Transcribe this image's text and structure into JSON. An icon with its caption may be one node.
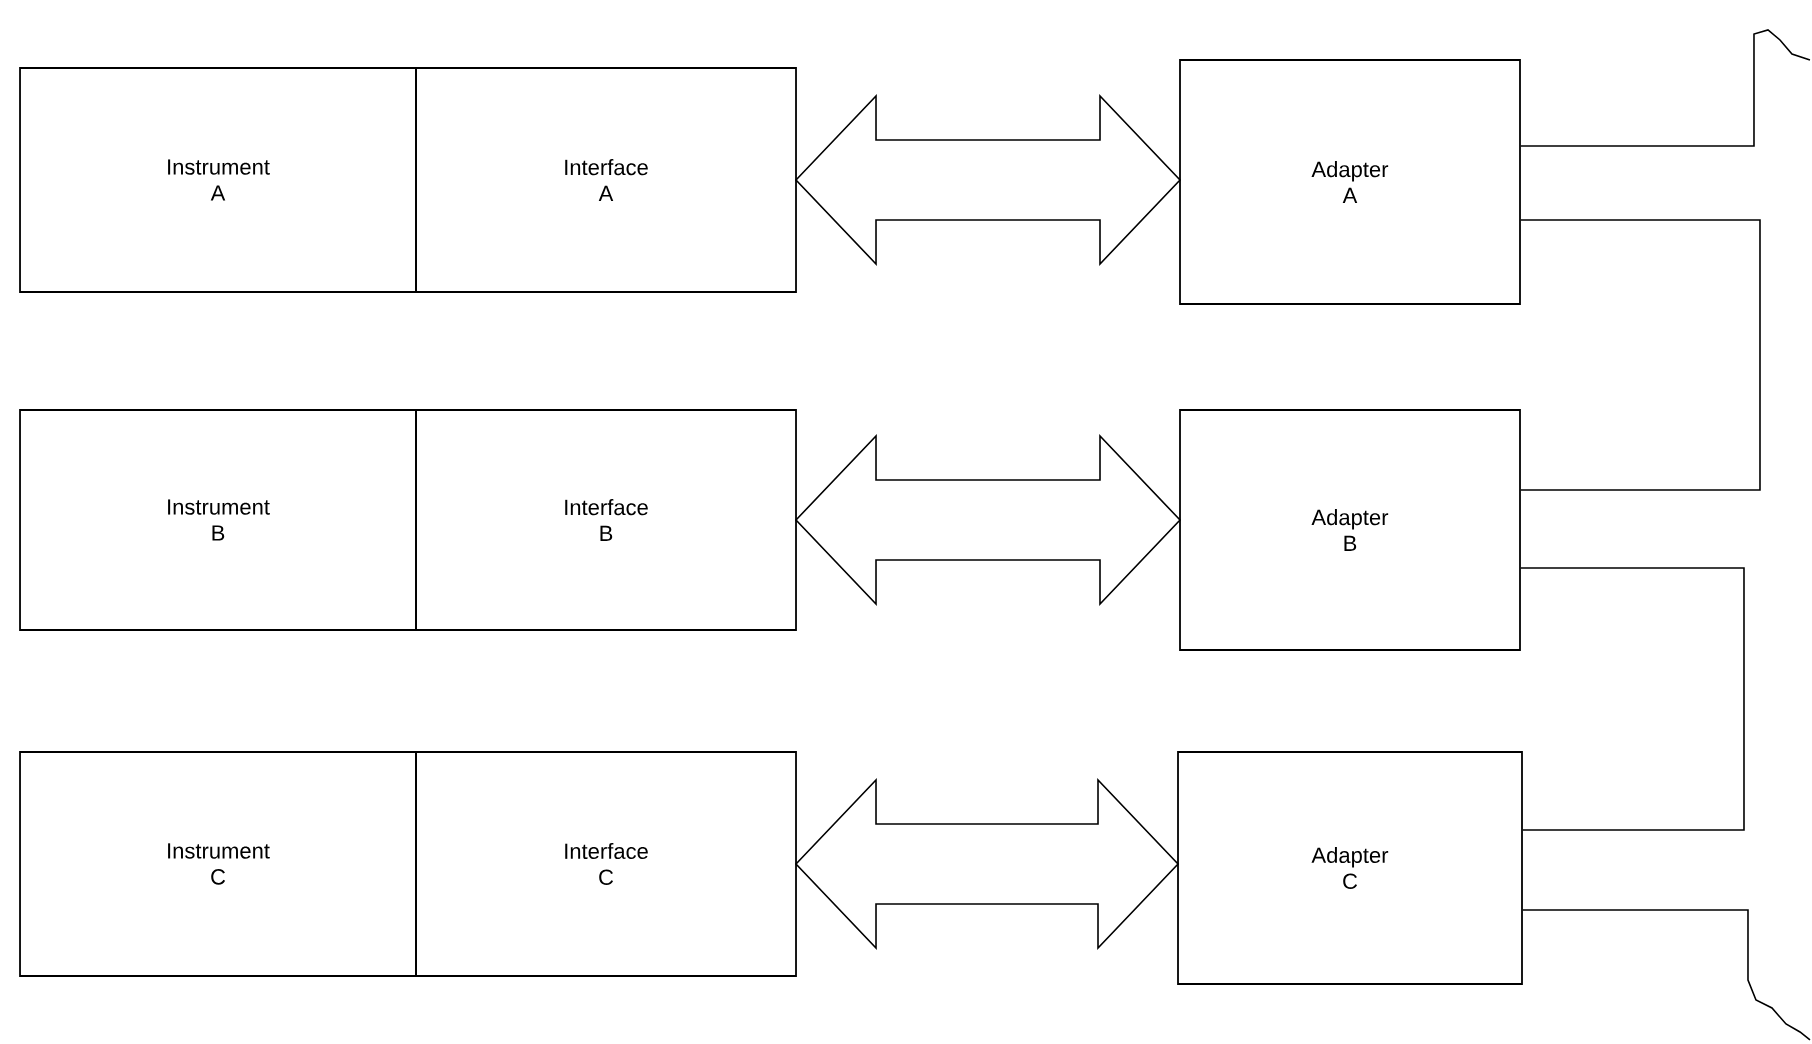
{
  "diagram": {
    "nodes": [
      {
        "text": [
          "Instrument A"
        ]
      },
      {
        "text": [
          "Interface A"
        ]
      },
      {
        "text": [
          "Adapter A"
        ]
      },
      {
        "text": [
          "Instrument B"
        ]
      },
      {
        "text": [
          "Interface B"
        ]
      },
      {
        "text": [
          "Adapter B"
        ]
      },
      {
        "text": [
          "Instrument C"
        ]
      },
      {
        "text": [
          "Interface C"
        ]
      },
      {
        "text": [
          "Adapter C"
        ]
      }
    ],
    "edges": [
      {
        "from": 1,
        "to": 2,
        "arrow": "both"
      },
      {
        "from": 4,
        "to": 5,
        "arrow": "both"
      },
      {
        "from": 7,
        "to": 8,
        "arrow": "both"
      },
      {
        "from": 2,
        "to": null,
        "arrow": "none"
      },
      {
        "from": 2,
        "to": 5,
        "arrow": "none"
      },
      {
        "from": 5,
        "to": 8,
        "arrow": "none"
      },
      {
        "from": 8,
        "to": null,
        "arrow": "none"
      }
    ]
  }
}
